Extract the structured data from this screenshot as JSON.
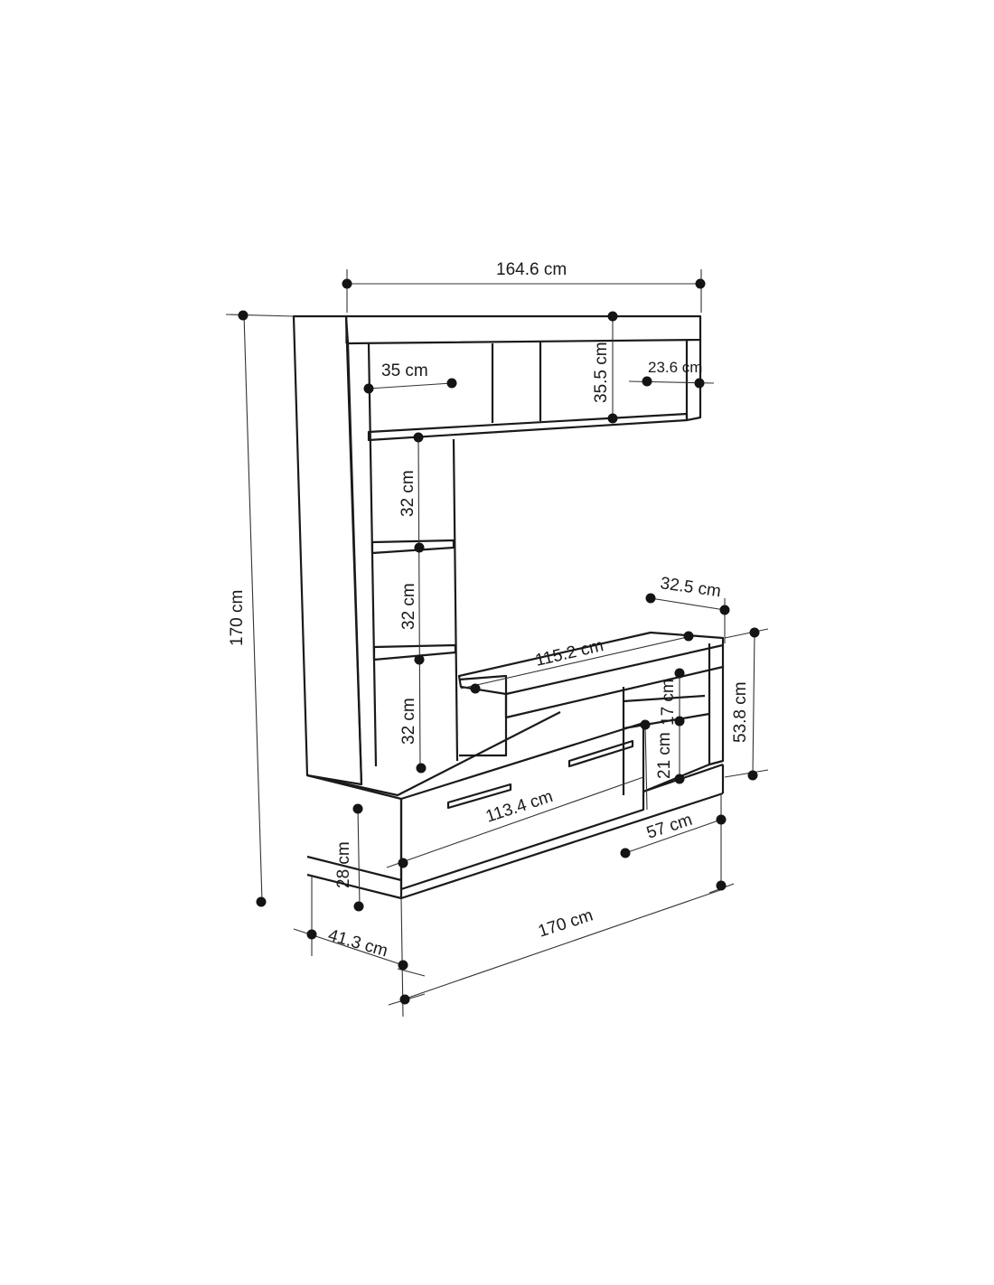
{
  "diagram": {
    "dimensions": {
      "top_width": "164.6 cm",
      "total_height": "170 cm",
      "top_shelf_width": "35 cm",
      "top_shelf_height": "35.5 cm",
      "top_depth": "23.6 cm",
      "shelf_1": "32 cm",
      "shelf_2": "32 cm",
      "shelf_3": "32 cm",
      "side_depth": "32.5 cm",
      "tv_unit_width": "115.2 cm",
      "side_height": "53.8 cm",
      "small_shelf": "17 cm",
      "lower_shelf": "21 cm",
      "drawer_width": "113.4 cm",
      "base_height": "28 cm",
      "side_width": "57 cm",
      "base_depth": "41.3 cm",
      "total_width": "170 cm"
    }
  }
}
